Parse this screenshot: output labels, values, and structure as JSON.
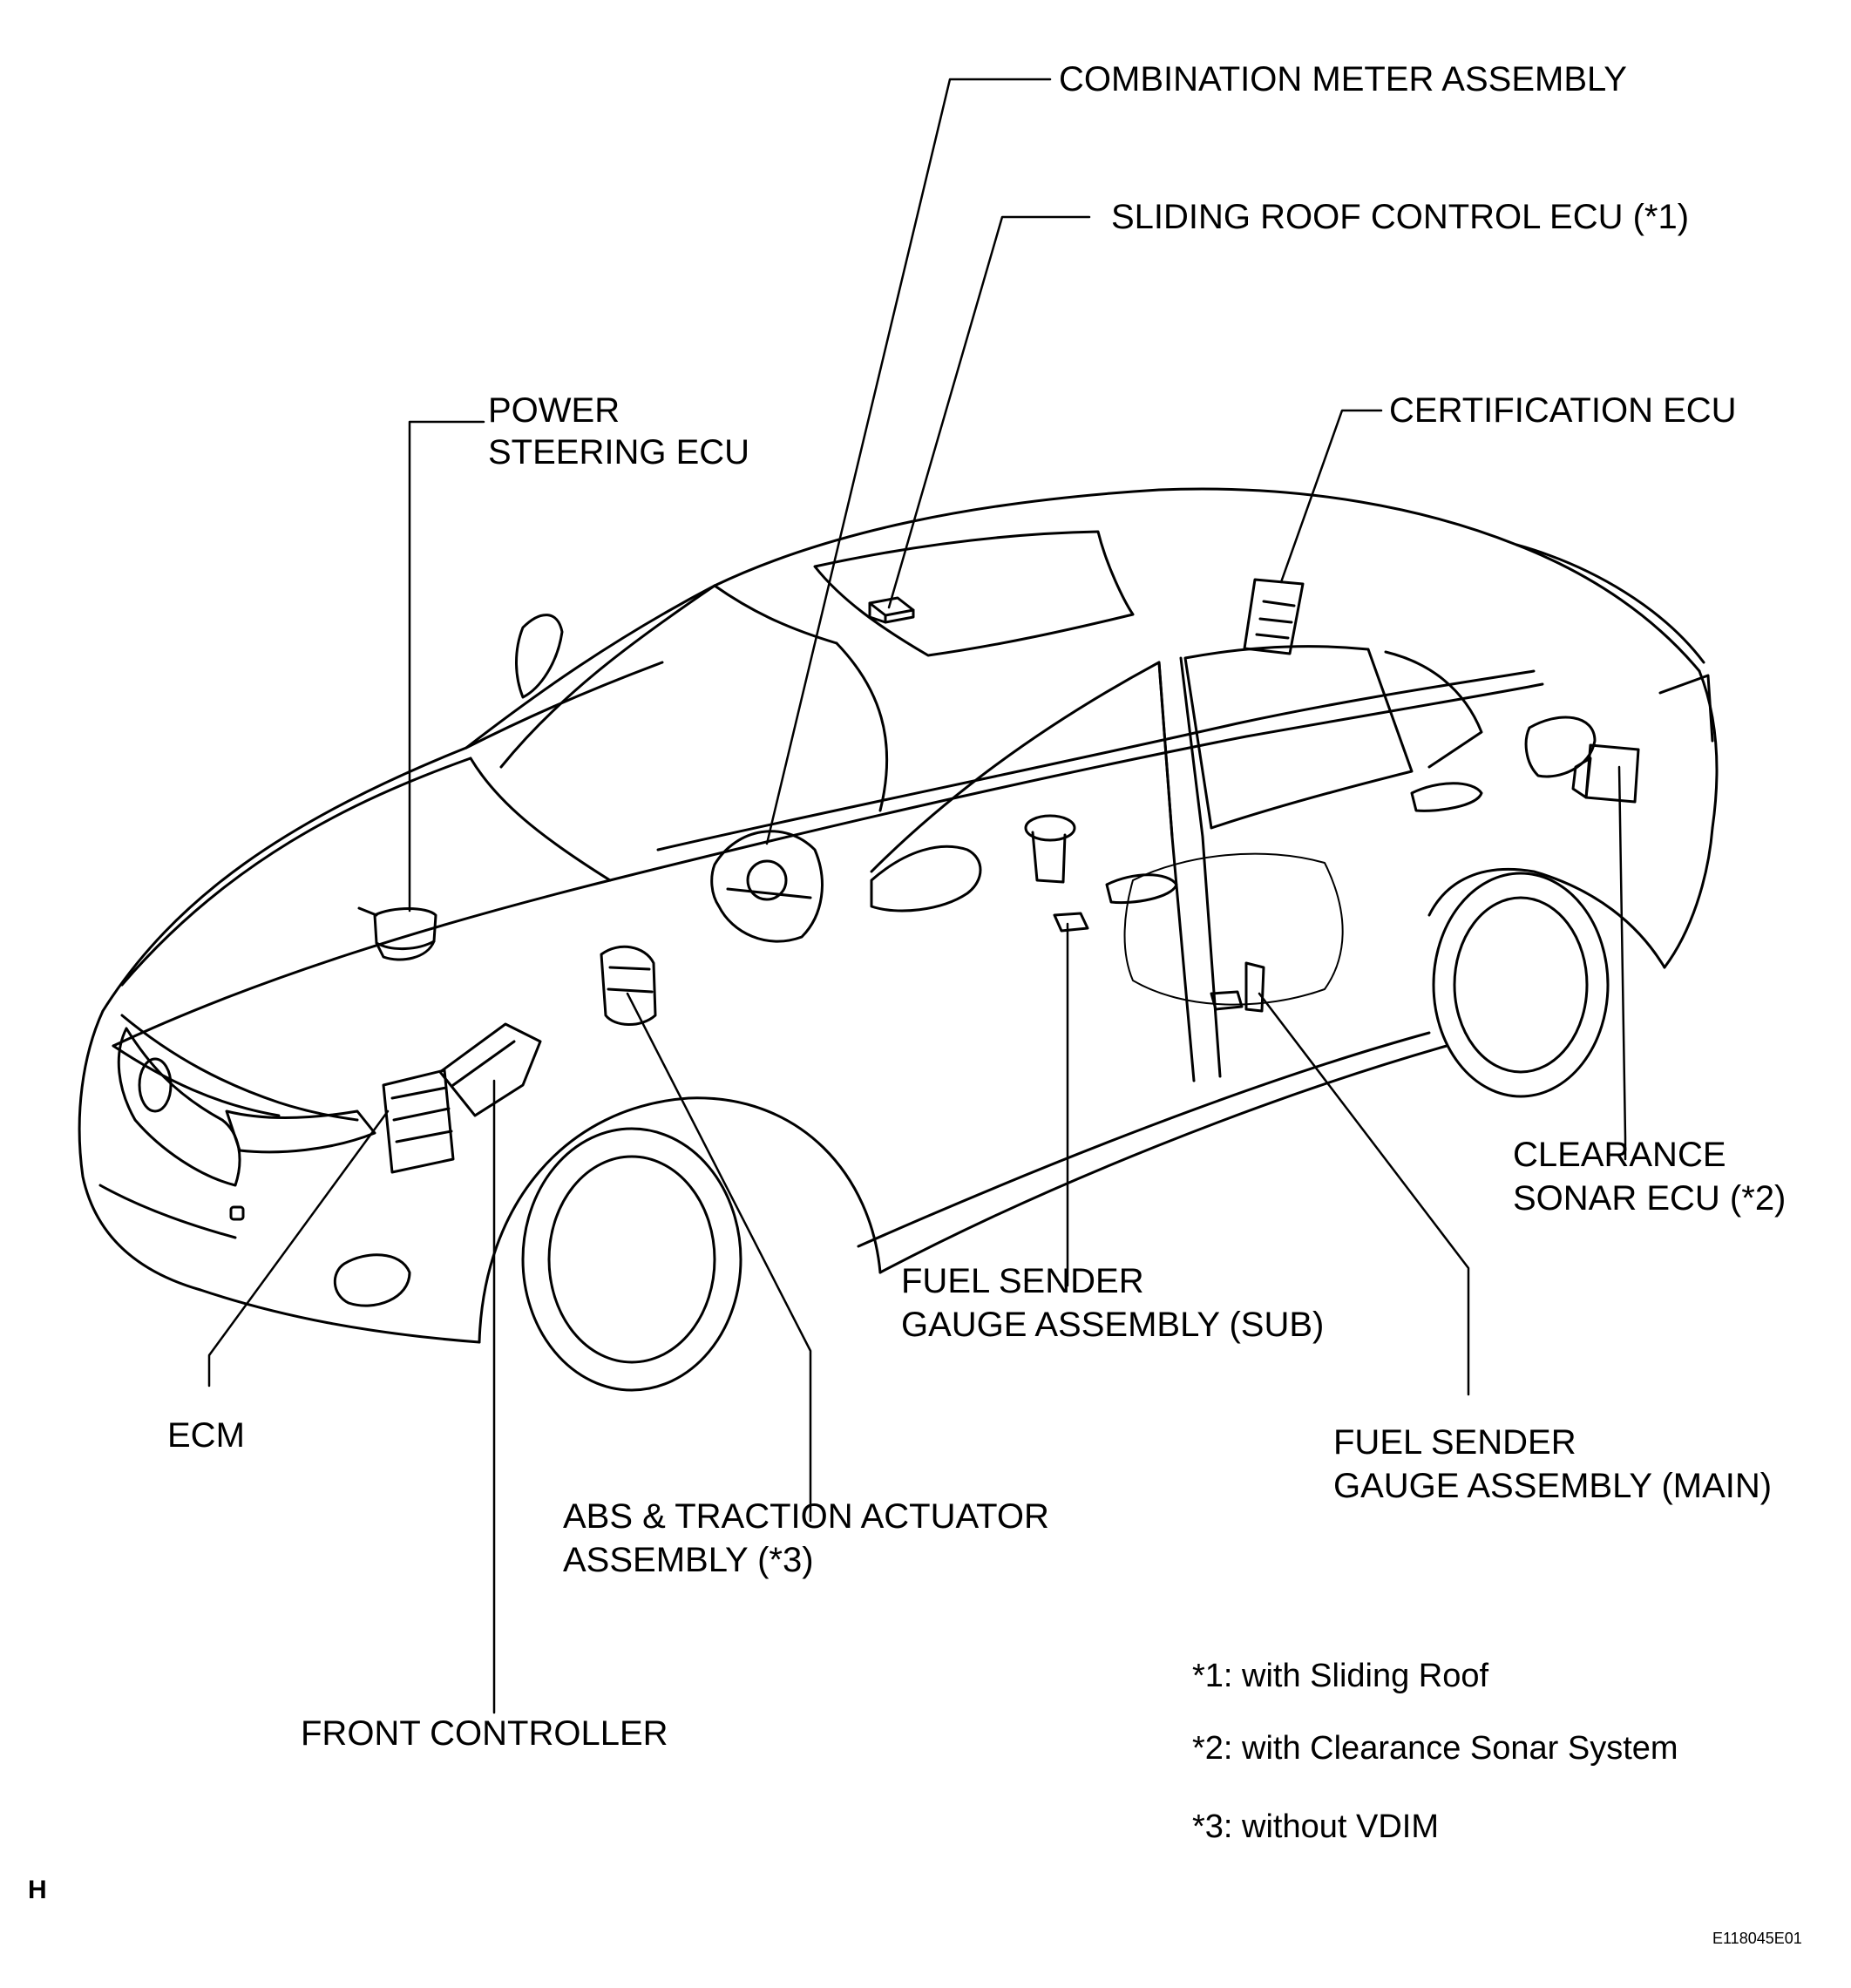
{
  "labels": {
    "combination_meter": "COMBINATION METER ASSEMBLY",
    "sliding_roof_ecu": "SLIDING ROOF CONTROL ECU (*1)",
    "power_steering_line1": "POWER",
    "power_steering_line2": "STEERING ECU",
    "certification_ecu": "CERTIFICATION ECU",
    "clearance_sonar_line1": "CLEARANCE",
    "clearance_sonar_line2": "SONAR ECU (*2)",
    "fuel_sub_line1": "FUEL SENDER",
    "fuel_sub_line2": "GAUGE ASSEMBLY (SUB)",
    "fuel_main_line1": "FUEL SENDER",
    "fuel_main_line2": "GAUGE ASSEMBLY (MAIN)",
    "ecm": "ECM",
    "abs_line1": "ABS & TRACTION ACTUATOR",
    "abs_line2": "ASSEMBLY (*3)",
    "front_controller": "FRONT CONTROLLER"
  },
  "notes": {
    "note1": "*1: with Sliding Roof",
    "note2": "*2: with Clearance Sonar System",
    "note3": "*3: without VDIM"
  },
  "corner_letter": "H",
  "figure_code": "E118045E01"
}
